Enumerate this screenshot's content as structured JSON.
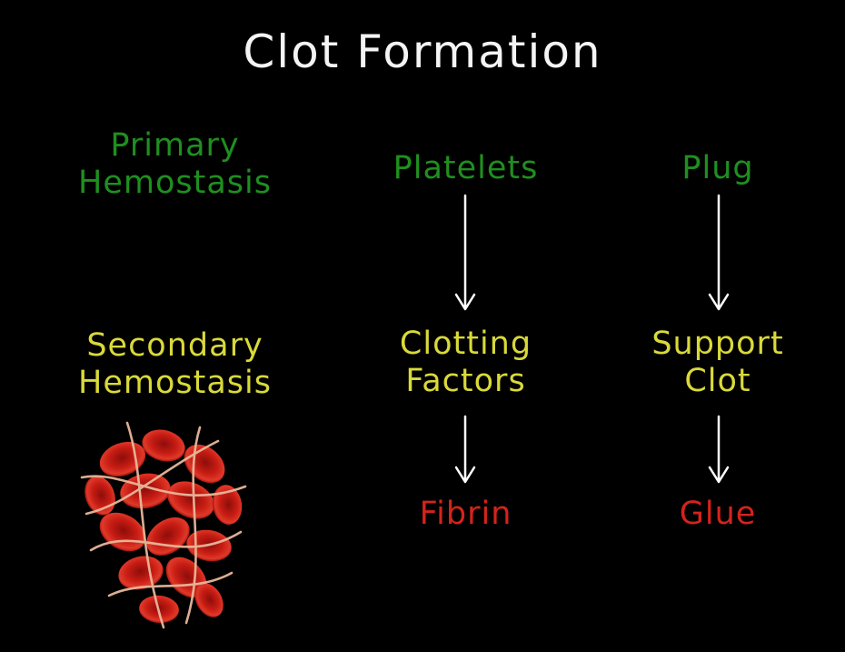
{
  "title": "Clot Formation",
  "rows": {
    "primary": {
      "line1": "Primary",
      "line2": "Hemostasis",
      "color": "#1f8f1f"
    },
    "secondary": {
      "line1": "Secondary",
      "line2": "Hemostasis",
      "color": "#d9d93a"
    }
  },
  "columns": {
    "mechanism": {
      "top": "Platelets",
      "middle_line1": "Clotting",
      "middle_line2": "Factors",
      "bottom": "Fibrin"
    },
    "analogy": {
      "top": "Plug",
      "middle_line1": "Support",
      "middle_line2": "Clot",
      "bottom": "Glue"
    }
  },
  "colors": {
    "background": "#000000",
    "title": "#f4f4f4",
    "primary": "#1f8f1f",
    "secondary": "#d9d93a",
    "result": "#d4231c",
    "arrow": "#ffffff"
  },
  "icons": {
    "clot": "blood-clot-illustration"
  }
}
